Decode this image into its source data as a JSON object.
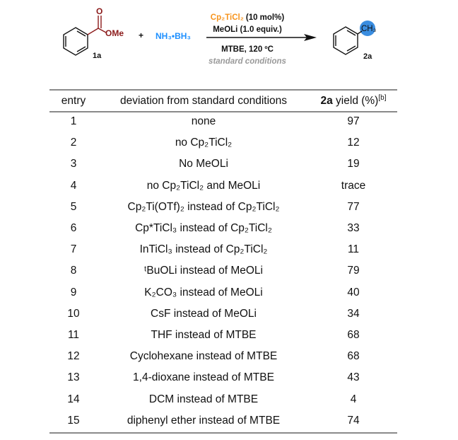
{
  "scheme": {
    "substrate_substituent": "OMe",
    "substrate_label": "1a",
    "plus": "+",
    "reagent": "NH₃•BH₃",
    "catalyst": "Cp₂TiCl₂",
    "catalyst_loading": "(10 mol%)",
    "base": "MeOLi (1.0 equiv.)",
    "solvent_temp": "MTBE, 120 ºC",
    "conditions_label": "standard conditions",
    "product_group": "CH₃",
    "product_label": "2a",
    "colors": {
      "ester": "#8b1a1a",
      "reagent": "#1e90ff",
      "catalyst": "#f7941d",
      "methyl_ball": "#3a8de0",
      "conditions": "#999999"
    }
  },
  "table": {
    "headers": {
      "entry": "entry",
      "deviation": "deviation from standard conditions",
      "yield_bold": "2a",
      "yield_rest": " yield (%)",
      "yield_note": "[b]"
    },
    "rows": [
      {
        "entry": "1",
        "deviation": "none",
        "yield": "97"
      },
      {
        "entry": "2",
        "deviation": "no Cp₂TiCl₂",
        "yield": "12"
      },
      {
        "entry": "3",
        "deviation": "No MeOLi",
        "yield": "19"
      },
      {
        "entry": "4",
        "deviation": "no Cp₂TiCl₂ and MeOLi",
        "yield": "trace"
      },
      {
        "entry": "5",
        "deviation": "Cp₂Ti(OTf)₂ instead of Cp₂TiCl₂",
        "yield": "77"
      },
      {
        "entry": "6",
        "deviation": "Cp*TiCl₃ instead of Cp₂TiCl₂",
        "yield": "33"
      },
      {
        "entry": "7",
        "deviation": "InTiCl₃ instead of Cp₂TiCl₂",
        "yield": "11"
      },
      {
        "entry": "8",
        "deviation": "ᵗBuOLi instead of MeOLi",
        "yield": "79"
      },
      {
        "entry": "9",
        "deviation": "K₂CO₃ instead of MeOLi",
        "yield": "40"
      },
      {
        "entry": "10",
        "deviation": "CsF instead of MeOLi",
        "yield": "34"
      },
      {
        "entry": "11",
        "deviation": "THF instead of MTBE",
        "yield": "68"
      },
      {
        "entry": "12",
        "deviation": "Cyclohexane instead of MTBE",
        "yield": "68"
      },
      {
        "entry": "13",
        "deviation": "1,4-dioxane instead of MTBE",
        "yield": "43"
      },
      {
        "entry": "14",
        "deviation": "DCM instead of MTBE",
        "yield": "4"
      },
      {
        "entry": "15",
        "deviation": "diphenyl ether instead of MTBE",
        "yield": "74"
      }
    ]
  }
}
